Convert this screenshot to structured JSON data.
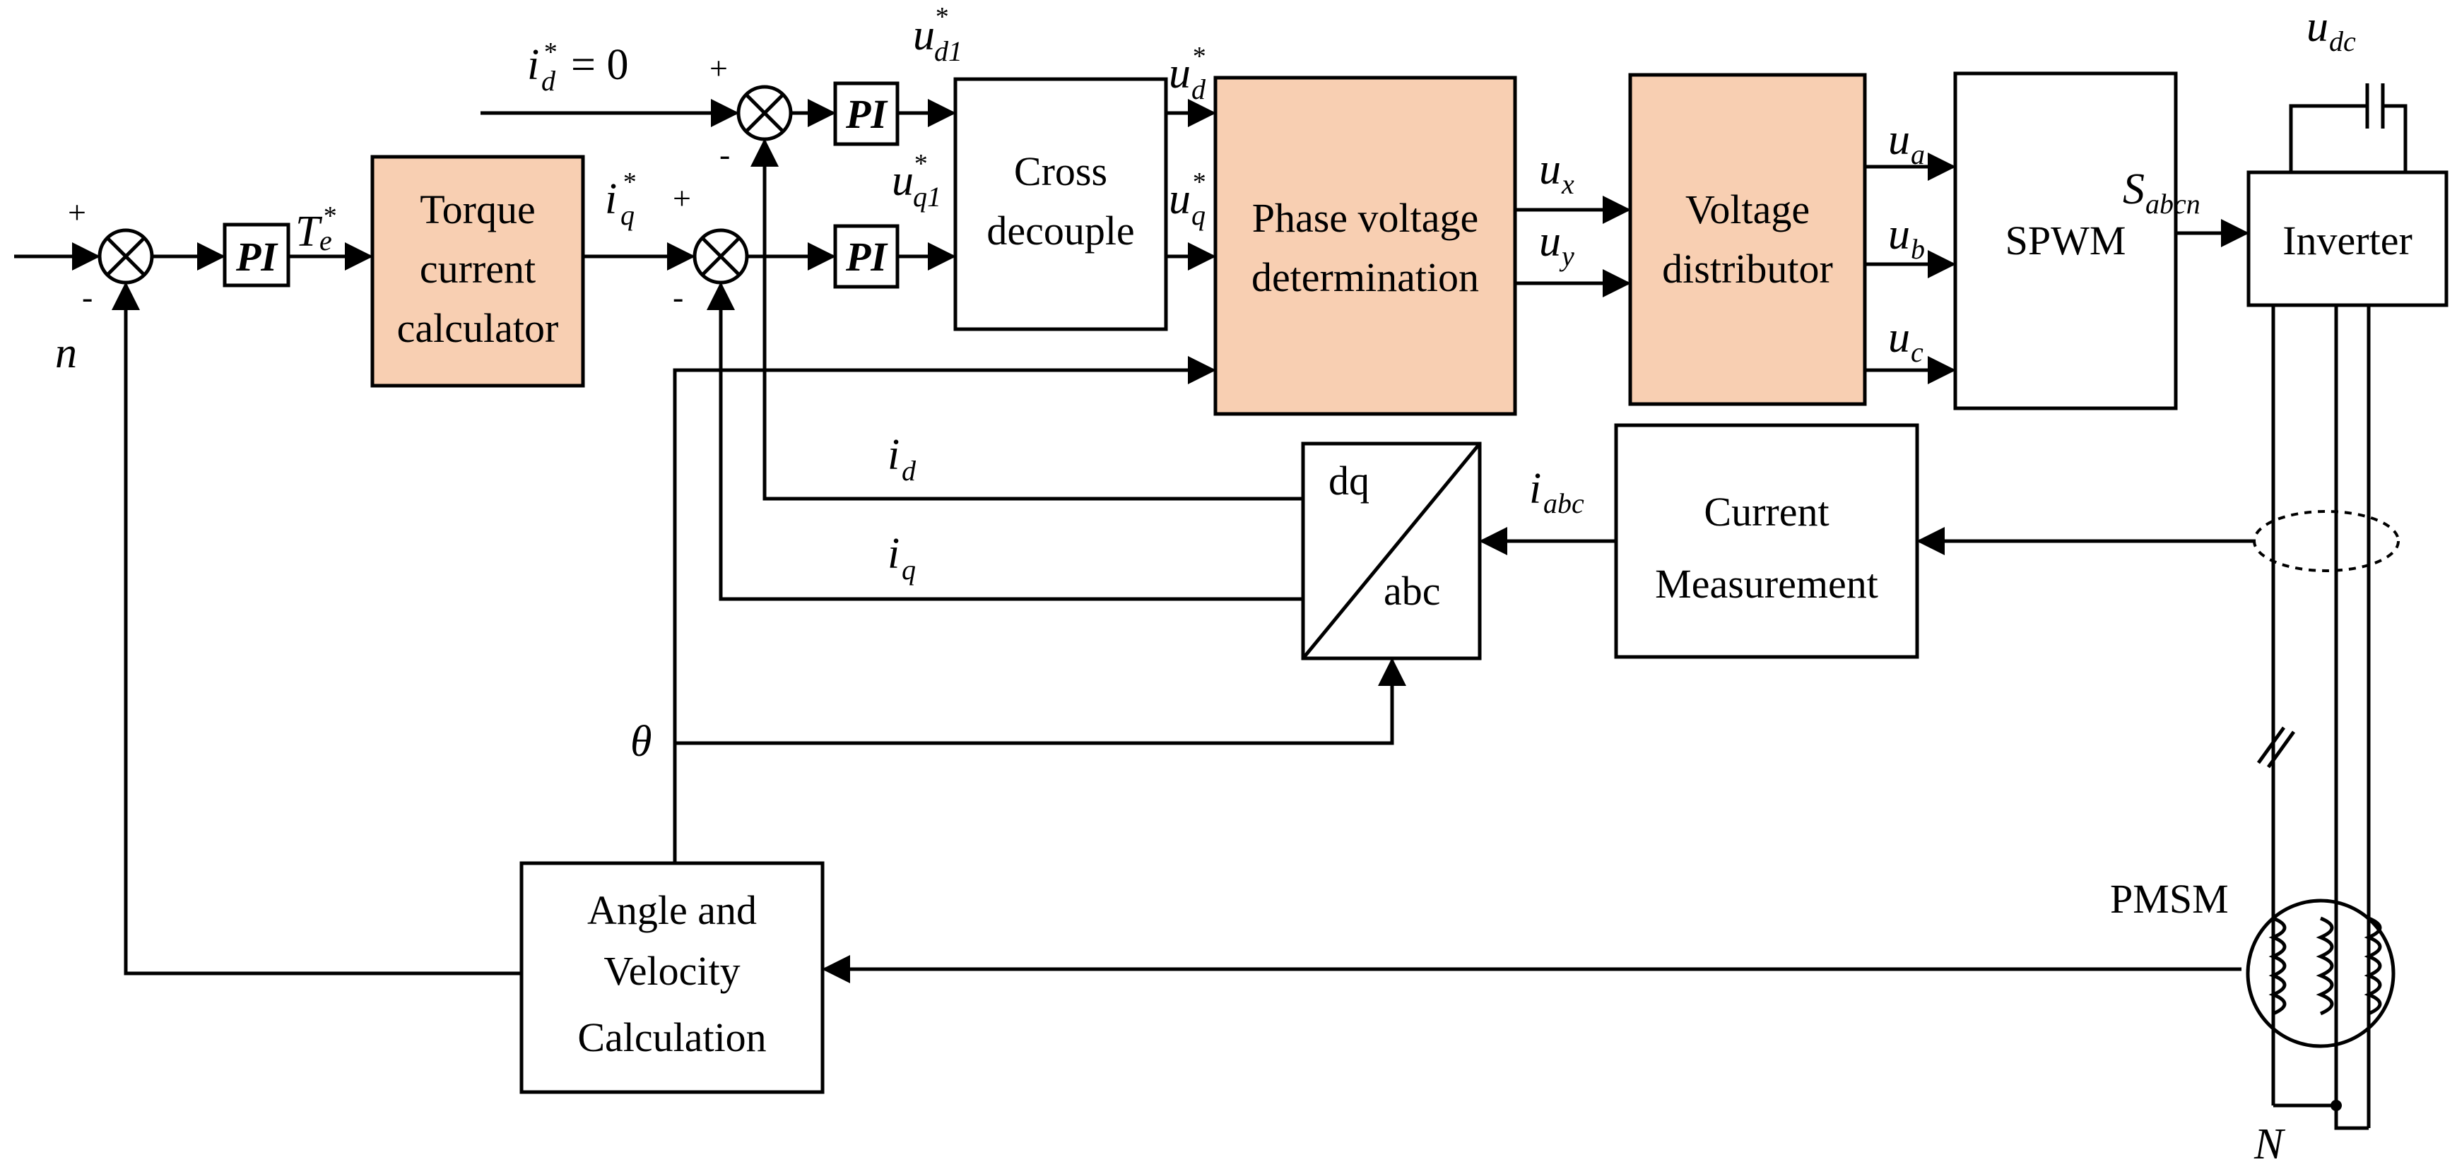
{
  "colors": {
    "highlight": "#F8CFB2",
    "stroke": "#000000",
    "background": "#FFFFFF"
  },
  "blocks": {
    "pi": "PI",
    "torque": [
      "Torque",
      "current",
      "calculator"
    ],
    "cross": [
      "Cross",
      "decouple"
    ],
    "phase": [
      "Phase voltage",
      "determination"
    ],
    "distributor": [
      "Voltage",
      "distributor"
    ],
    "spwm": "SPWM",
    "inverter": "Inverter",
    "dq": "dq",
    "abc": "abc",
    "current_meas": [
      "Current",
      "Measurement"
    ],
    "angle": [
      "Angle and",
      "Velocity",
      "Calculation"
    ],
    "pmsm": "PMSM"
  },
  "signals": {
    "i": "i",
    "u": "u",
    "T": "T",
    "S": "S",
    "star": "*",
    "id_eq": "= 0",
    "sub_d": "d",
    "sub_q": "q",
    "sub_d1": "d1",
    "sub_q1": "q1",
    "sub_e": "e",
    "sub_x": "x",
    "sub_y": "y",
    "sub_a": "a",
    "sub_b": "b",
    "sub_c": "c",
    "sub_abcn": "abcn",
    "sub_abc": "abc",
    "sub_dc": "dc",
    "n": "n",
    "theta": "θ",
    "N": "N"
  },
  "signs": {
    "plus": "+",
    "minus": "-"
  }
}
